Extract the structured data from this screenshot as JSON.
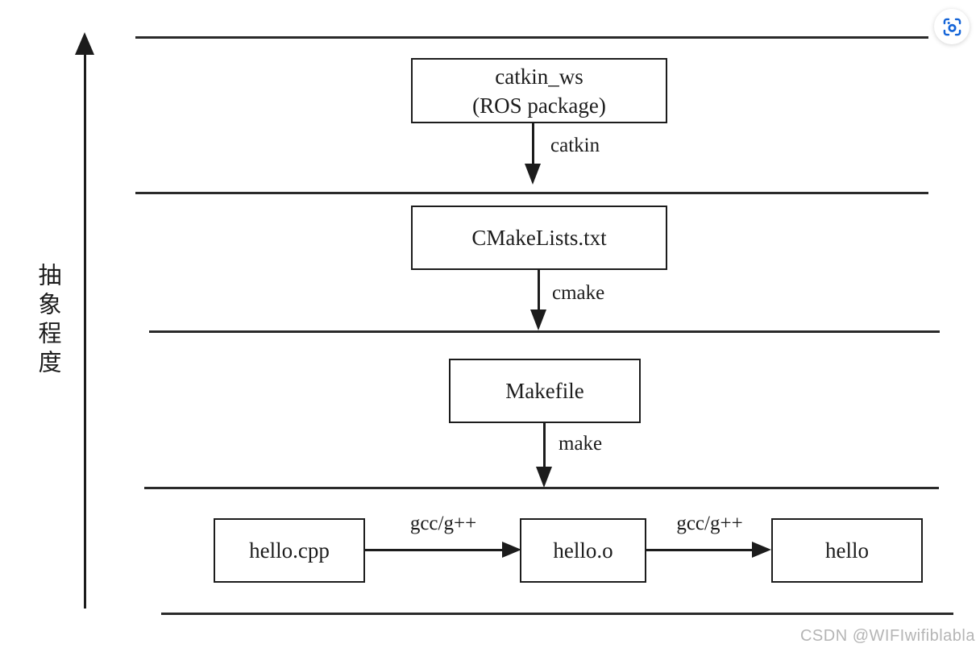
{
  "diagram": {
    "axis_label": "抽象程度",
    "boxes": {
      "catkin_ws": {
        "line1": "catkin_ws",
        "line2": "(ROS package)"
      },
      "cmakelists": "CMakeLists.txt",
      "makefile": "Makefile",
      "hello_cpp": "hello.cpp",
      "hello_o": "hello.o",
      "hello": "hello"
    },
    "arrows": {
      "catkin": "catkin",
      "cmake": "cmake",
      "make": "make",
      "gcc1": "gcc/g++",
      "gcc2": "gcc/g++"
    },
    "colors": {
      "line": "#1c1c1c",
      "background": "#ffffff"
    }
  },
  "overlay": {
    "watermark": "CSDN @WIFIwifiblabla",
    "watermark_color": "#b5b5b5",
    "capture_icon": "screenshot-capture-icon",
    "icon_color": "#1565d8"
  }
}
